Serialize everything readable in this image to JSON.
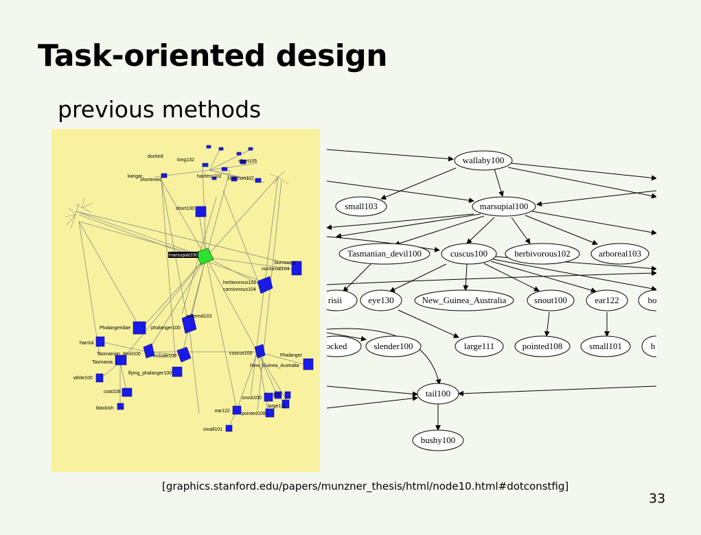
{
  "slide": {
    "title": "Task-oriented design",
    "subtitle": "previous methods",
    "citation": "[graphics.stanford.edu/papers/munzner_thesis/html/node10.html#dotconstfig]",
    "page_number": "33"
  },
  "left_graph": {
    "labels": [
      "docked",
      "long132",
      "short105",
      "kangar",
      "shortened",
      "hairless102",
      "100short107",
      "short100",
      "marsupial100",
      "burrowing",
      "nocturnal104",
      "herbivorous102",
      "carnivorous104",
      "arboreal103",
      "Phalangeridae",
      "phalanger100",
      "harrisii",
      "Tasmanian_devil100",
      "include106",
      "Tasmania",
      "cuscus100",
      "Phalanger",
      "New_Guinea_Australia",
      "flying_phalanger100",
      "white100",
      "coat108",
      "blackish",
      "snout100",
      "130",
      "large111",
      "ear122",
      "pointed108",
      "small101"
    ]
  },
  "right_graph": {
    "nodes": [
      "wallaby100",
      "small103",
      "marsupial100",
      "Tasmanian_devil100",
      "cuscus100",
      "herbivorous102",
      "arboreal103",
      "risii",
      "eye130",
      "New_Guinea_Australia",
      "snout100",
      "ear122",
      "bo",
      "ocked",
      "slender100",
      "large111",
      "pointed108",
      "small101",
      "h",
      "tail100",
      "bushy100"
    ]
  },
  "colors": {
    "background": "#f4f7ee",
    "left_panel": "#f8f2a0",
    "node_blue": "#1a1ae6",
    "node_green": "#2ee02e"
  }
}
